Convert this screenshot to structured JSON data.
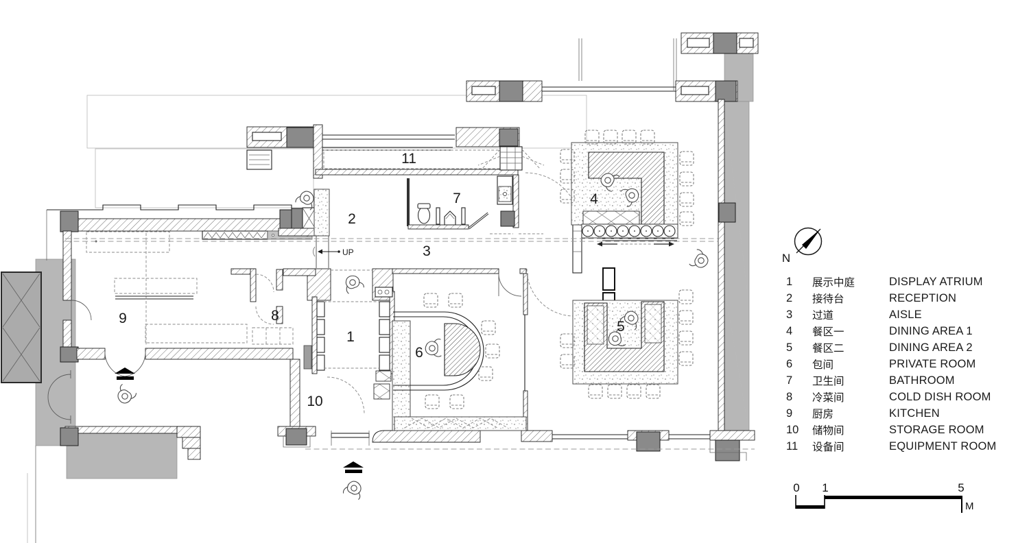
{
  "plan": {
    "rooms": [
      {
        "num": "1",
        "zh": "展示中庭",
        "en": "DISPLAY ATRIUM"
      },
      {
        "num": "2",
        "zh": "接待台",
        "en": "RECEPTION"
      },
      {
        "num": "3",
        "zh": "过道",
        "en": "AISLE"
      },
      {
        "num": "4",
        "zh": "餐区一",
        "en": "DINING AREA 1"
      },
      {
        "num": "5",
        "zh": "餐区二",
        "en": "DINING AREA 2"
      },
      {
        "num": "6",
        "zh": "包间",
        "en": "PRIVATE ROOM"
      },
      {
        "num": "7",
        "zh": "卫生间",
        "en": "BATHROOM"
      },
      {
        "num": "8",
        "zh": "冷菜间",
        "en": "COLD DISH ROOM"
      },
      {
        "num": "9",
        "zh": "厨房",
        "en": "KITCHEN"
      },
      {
        "num": "10",
        "zh": "储物间",
        "en": "STORAGE ROOM"
      },
      {
        "num": "11",
        "zh": "设备间",
        "en": "EQUIPMENT ROOM"
      }
    ],
    "annotations": {
      "up": "UP"
    },
    "north_label": "N",
    "scale": {
      "zero": "0",
      "one": "1",
      "five": "5",
      "unit": "M"
    },
    "colors": {
      "wall_line": "#1f1f1f",
      "column_gray": "#8a8a8a",
      "adjacent_gray": "#b7b7b7",
      "paper": "#ffffff"
    }
  }
}
